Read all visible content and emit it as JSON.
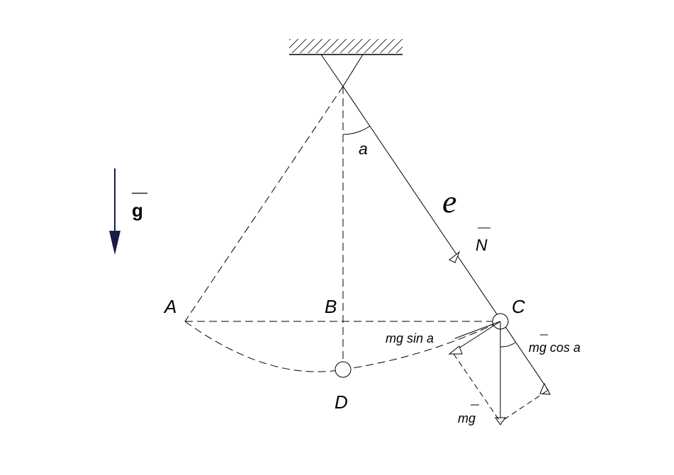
{
  "labels": {
    "point_a": "A",
    "point_b": "B",
    "point_c": "C",
    "point_d": "D",
    "angle": "a",
    "length": "e",
    "tension": "N",
    "gravity": "g",
    "weight": "mg",
    "tangential_component": "mg sin a",
    "radial_component_prefix": "m",
    "radial_component_vector": "g",
    "radial_component_suffix": " cos a"
  },
  "colors": {
    "line": "#000000",
    "gravity_arrow": "#1a1a4a"
  }
}
